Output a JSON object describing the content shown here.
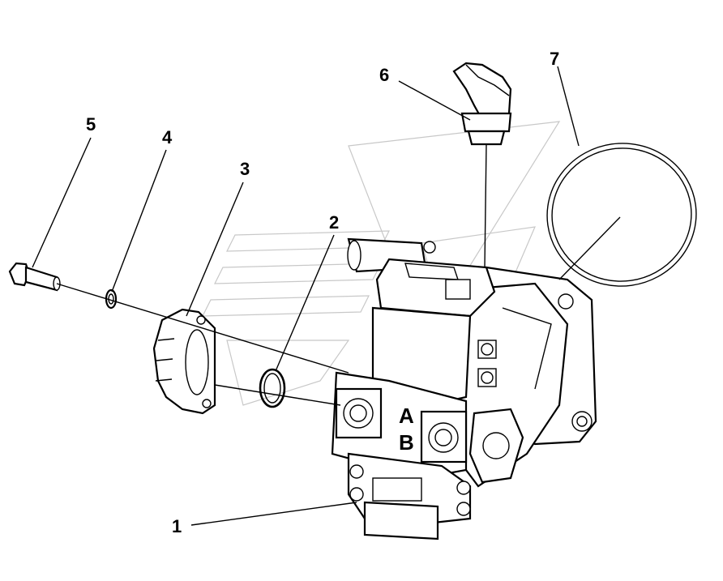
{
  "diagram": {
    "callouts": [
      {
        "id": "1",
        "label": "1"
      },
      {
        "id": "2",
        "label": "2"
      },
      {
        "id": "3",
        "label": "3"
      },
      {
        "id": "4",
        "label": "4"
      },
      {
        "id": "5",
        "label": "5"
      },
      {
        "id": "6",
        "label": "6"
      },
      {
        "id": "7",
        "label": "7"
      }
    ],
    "port_labels": {
      "a": "A",
      "b": "B"
    },
    "colors": {
      "line": "#000000",
      "watermark": "#c8c8c8",
      "background": "#ffffff"
    }
  }
}
